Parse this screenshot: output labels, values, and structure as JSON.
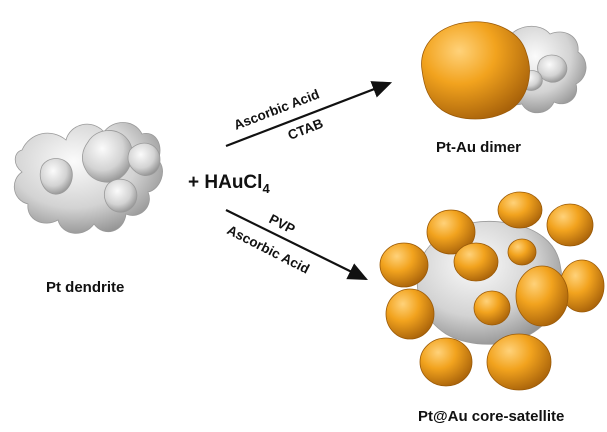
{
  "start": {
    "label": "Pt dendrite"
  },
  "reagent": {
    "prefix": "+ HAuCl",
    "subscript": "4"
  },
  "upper_path": {
    "above_label": "Ascorbic Acid",
    "below_label": "CTAB",
    "product_label": "Pt-Au dimer"
  },
  "lower_path": {
    "above_label": "PVP",
    "below_label": "Ascorbic Acid",
    "product_label": "Pt@Au core-satellite"
  },
  "colors": {
    "gold": "#f0a020",
    "gold_dark": "#b86e08",
    "platinum": "#d7d7d7",
    "platinum_dark": "#8c8c8c"
  }
}
